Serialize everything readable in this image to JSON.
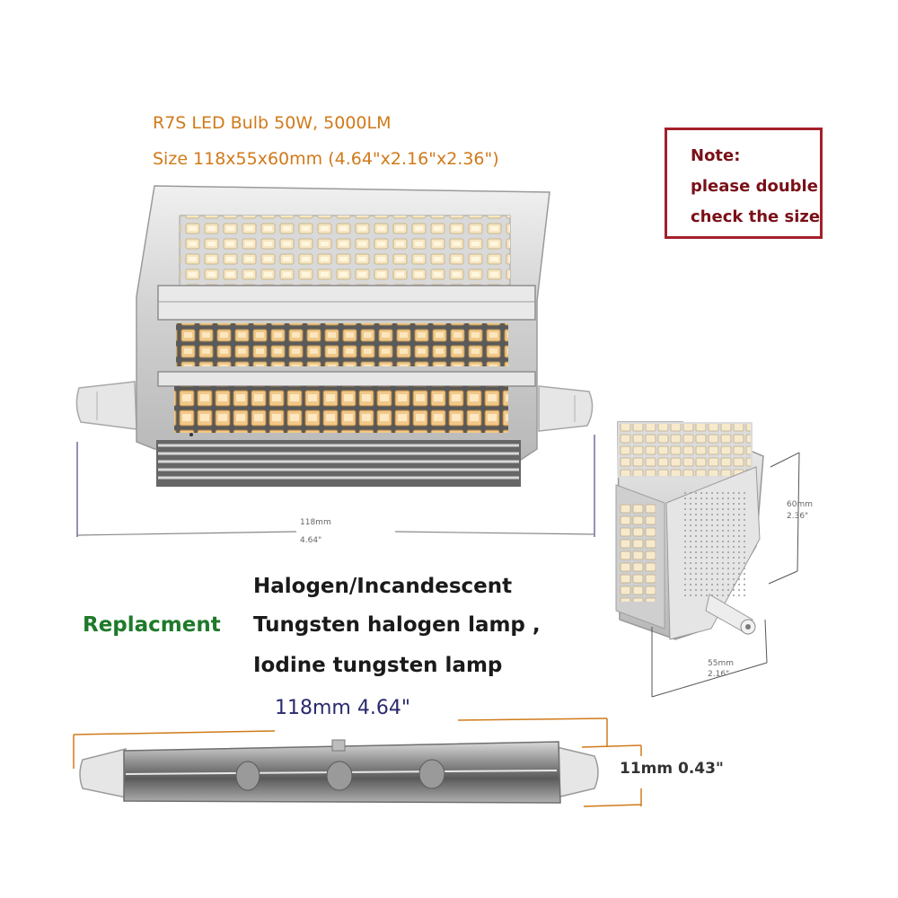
{
  "product": {
    "title": "R7S LED Bulb 50W, 5000LM",
    "size": "Size 118x55x60mm (4.64\"x2.16\"x2.36\")"
  },
  "note": {
    "line1": "Note:",
    "line2": "please double",
    "line3": "check the size"
  },
  "front_view": {
    "length_mm": "118mm",
    "length_in": "4.64\""
  },
  "side_view": {
    "height_mm": "60mm",
    "height_in": "2.36\"",
    "width_mm": "55mm",
    "width_in": "2.16\""
  },
  "replacement": {
    "label": "Replacment",
    "items": [
      "Halogen/Incandescent",
      "Tungsten halogen lamp ,",
      "Iodine tungsten lamp"
    ]
  },
  "halogen": {
    "length_label": "118mm 4.64\"",
    "diameter_label": "11mm 0.43\""
  },
  "colors": {
    "title": "#d07a1a",
    "note_border": "#a3202a",
    "replacement": "#1e7a2a",
    "led": "#f3d9a8"
  }
}
